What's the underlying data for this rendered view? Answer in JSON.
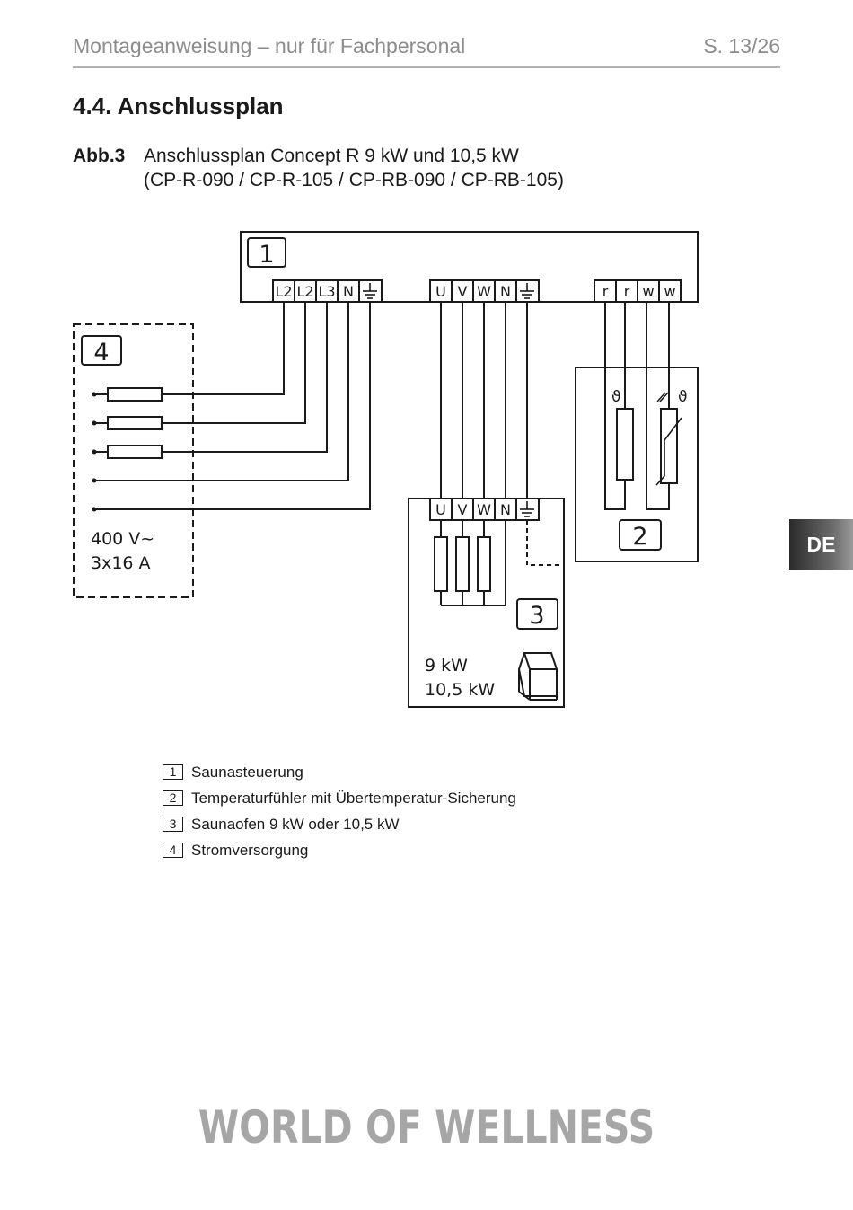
{
  "header": {
    "title": "Montageanweisung – nur für Fachpersonal",
    "page": "S. 13/26"
  },
  "section": {
    "title": "4.4.  Anschlussplan"
  },
  "figure": {
    "label": "Abb.3",
    "caption_line1": "Anschlussplan Concept R 9 kW und 10,5 kW",
    "caption_line2": "(CP-R-090 / CP-R-105 / CP-RB-090 / CP-RB-105)"
  },
  "diagram": {
    "box1": {
      "number": "1",
      "supply_terminals": [
        "L2",
        "L2",
        "L3",
        "N"
      ],
      "heater_terminals": [
        "U",
        "V",
        "W",
        "N"
      ],
      "sensor_terminals": [
        "r",
        "r",
        "w",
        "w"
      ]
    },
    "box2": {
      "number": "2",
      "sensor_symbol": "ϑ",
      "limiter_symbol": "ϑ"
    },
    "box3": {
      "number": "3",
      "terminals": [
        "U",
        "V",
        "W",
        "N"
      ],
      "power_line1": "9 kW",
      "power_line2": "10,5 kW"
    },
    "box4": {
      "number": "4",
      "voltage": "400 V~",
      "fuse": "3x16 A"
    }
  },
  "legend": [
    {
      "number": "1",
      "text": "Saunasteuerung"
    },
    {
      "number": "2",
      "text": "Temperaturfühler mit Übertemperatur-Sicherung"
    },
    {
      "number": "3",
      "text": "Saunaofen 9 kW oder 10,5 kW"
    },
    {
      "number": "4",
      "text": "Stromversorgung"
    }
  ],
  "side_tab": "DE",
  "brand": "WORLD OF WELLNESS"
}
